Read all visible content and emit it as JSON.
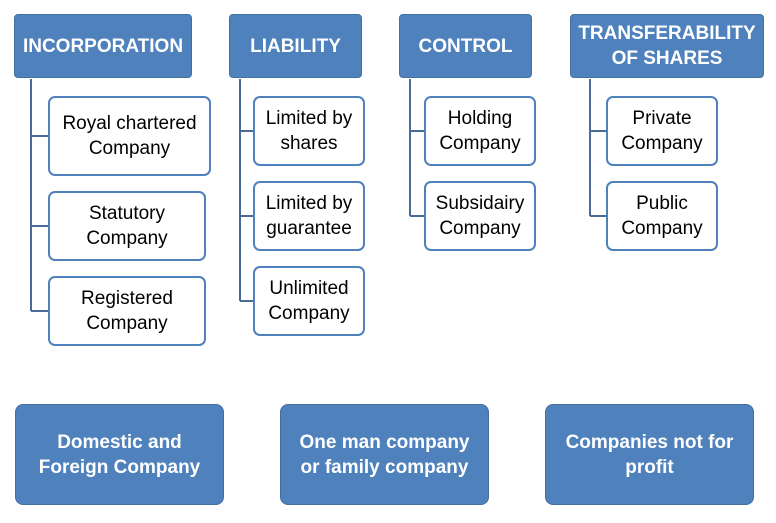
{
  "columns": [
    {
      "header": "INCORPORATION",
      "children": [
        "Royal chartered Company",
        "Statutory Company",
        "Registered Company"
      ]
    },
    {
      "header": "LIABILITY",
      "children": [
        "Limited by shares",
        "Limited by guarantee",
        "Unlimited Company"
      ]
    },
    {
      "header": "CONTROL",
      "children": [
        "Holding Company",
        "Subsidairy Company"
      ]
    },
    {
      "header": "TRANSFERABILITY OF SHARES",
      "children": [
        "Private Company",
        "Public Company"
      ]
    }
  ],
  "bottom": [
    "Domestic and Foreign Company",
    "One man company or family company",
    "Companies not for profit"
  ],
  "colors": {
    "box_fill": "#4f81bd",
    "connector": "#4a6b96"
  }
}
